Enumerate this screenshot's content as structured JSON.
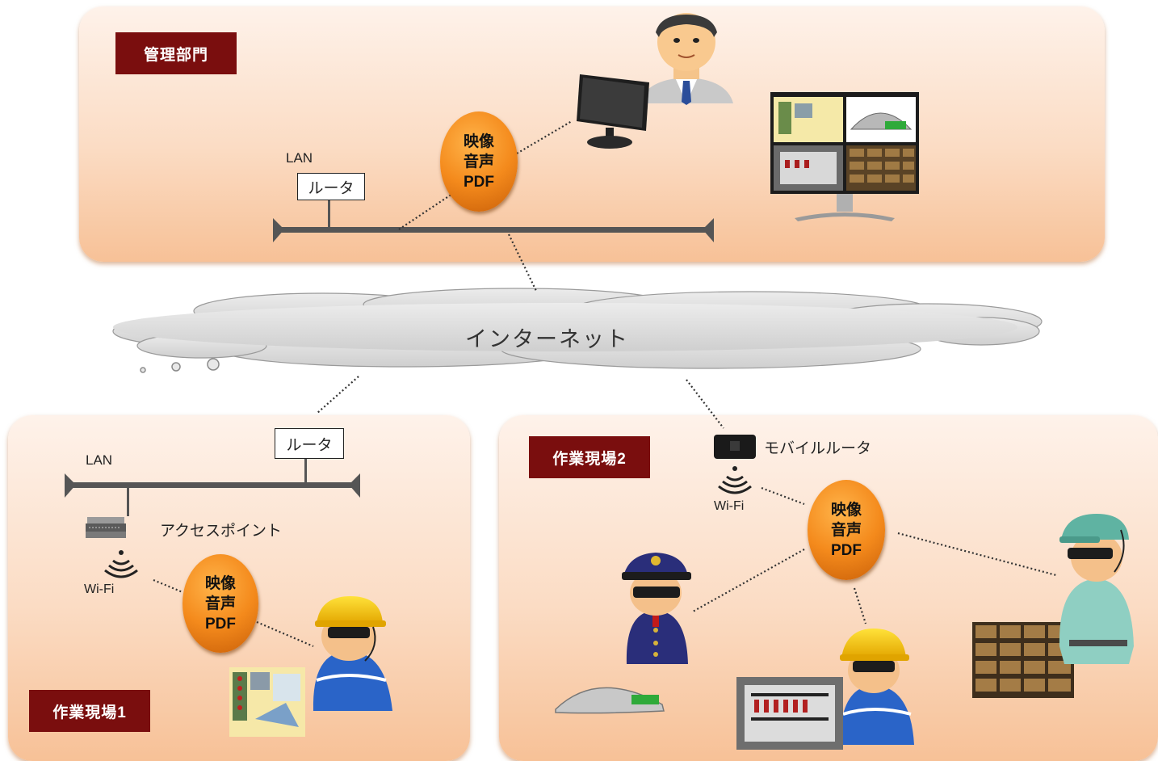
{
  "management": {
    "label": "管理部門",
    "lan": "LAN",
    "router": "ルータ"
  },
  "badge_top": {
    "line1": "映像",
    "line2": "音声",
    "line3": "PDF"
  },
  "internet": {
    "label": "インターネット"
  },
  "site1": {
    "label": "作業現場1",
    "lan": "LAN",
    "router": "ルータ",
    "access_point": "アクセスポイント",
    "wifi": "Wi-Fi"
  },
  "badge_site1": {
    "line1": "映像",
    "line2": "音声",
    "line3": "PDF"
  },
  "site2": {
    "label": "作業現場2",
    "mobile_router": "モバイルルータ",
    "wifi": "Wi-Fi"
  },
  "badge_site2": {
    "line1": "映像",
    "line2": "音声",
    "line3": "PDF"
  },
  "colors": {
    "label_bg": "#7a0e0e",
    "badge": "#f48a1c",
    "panel": "#fbdcc4",
    "cloud": "#dcdcdc"
  }
}
